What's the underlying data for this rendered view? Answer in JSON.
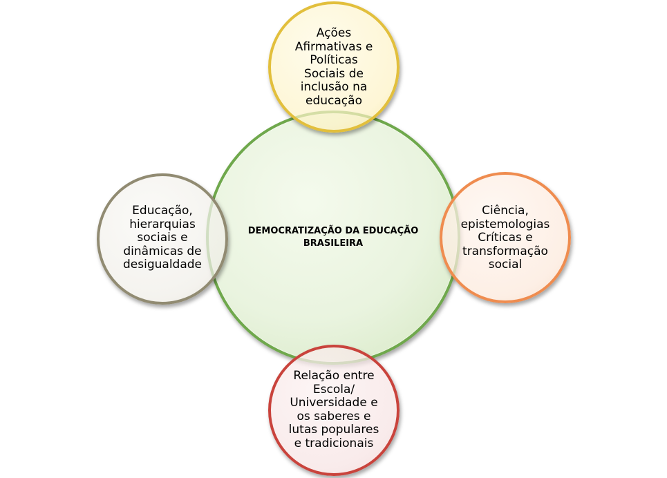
{
  "diagram": {
    "center": {
      "lines": [
        "DEMOCRATIZAÇÃO DA EDUCAÇÃO",
        "BRASILEIRA"
      ]
    },
    "top": {
      "lines": [
        "Ações",
        "Afirmativas e",
        "Políticas",
        "Sociais de",
        "inclusão na",
        "educação"
      ]
    },
    "left": {
      "lines": [
        "Educação,",
        "hierarquias",
        "sociais e",
        "dinâmicas de",
        "desigualdade"
      ]
    },
    "right": {
      "lines": [
        "Ciência,",
        "epistemologias",
        "Críticas e",
        "transformação",
        "social"
      ]
    },
    "bottom": {
      "lines": [
        "Relação entre",
        "Escola/",
        "Universidade e",
        "os saberes e",
        "lutas populares",
        "e tradicionais"
      ]
    },
    "colors": {
      "center_border": "#6fa84c",
      "top_border": "#e2bf3c",
      "left_border": "#918b72",
      "right_border": "#ef8c4f",
      "bottom_border": "#c9433c"
    }
  }
}
